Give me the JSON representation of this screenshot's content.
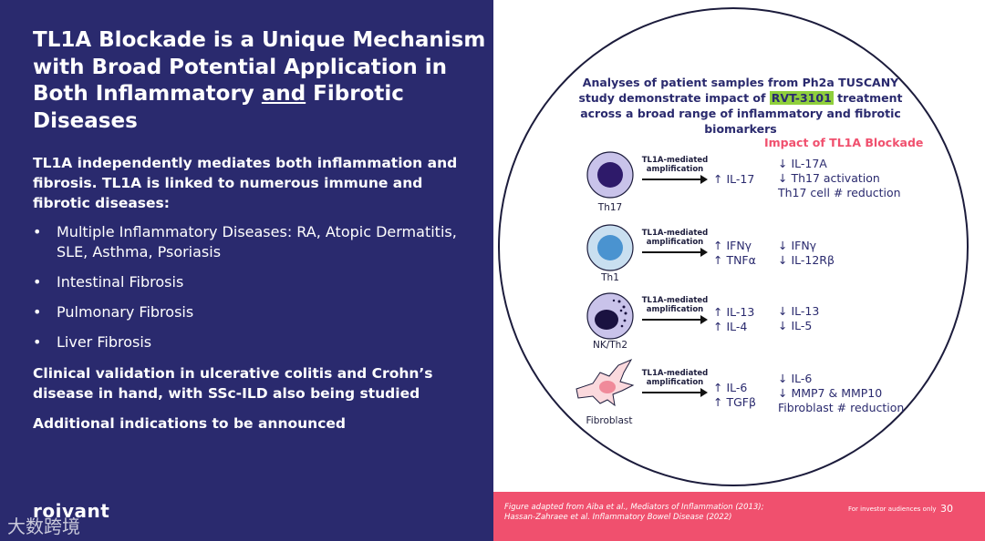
{
  "left": {
    "title_line1": "TL1A Blockade is a Unique Mechanism",
    "title_line2": "with Broad Potential Application in",
    "title_line3_pre": "Both Inflammatory ",
    "title_line3_and": "and",
    "title_line3_post": " Fibrotic",
    "title_line4": "Diseases",
    "intro": "TL1A independently mediates both inflammation and fibrosis. TL1A is linked to numerous immune and fibrotic diseases:",
    "bullets": [
      {
        "marker": "•",
        "text": "Multiple Inflammatory Diseases: RA, Atopic Dermatitis, SLE, Asthma, Psoriasis"
      },
      {
        "marker": "•",
        "text": "Intestinal Fibrosis"
      },
      {
        "marker": "•",
        "text": "Pulmonary Fibrosis"
      },
      {
        "marker": "•",
        "text": "Liver Fibrosis"
      }
    ],
    "clinical": "Clinical validation in ulcerative colitis and Crohn’s disease in hand, with SSc-ILD also being studied",
    "additional": "Additional indications to be announced",
    "logo": "roivant",
    "watermark": "大数跨境"
  },
  "right": {
    "heading_pre": "Analyses of patient samples from Ph2a TUSCANY study demonstrate impact of ",
    "heading_highlight": "RVT-3101",
    "heading_post": " treatment across a broad range of inflammatory and fibrotic biomarkers",
    "impact_header": "Impact of TL1A Blockade",
    "amp_label_1": "TL1A-mediated",
    "amp_label_2": "amplification",
    "rows": [
      {
        "cell": "Th17",
        "up": [
          "↑ IL-17"
        ],
        "impact": [
          "↓ IL-17A",
          "↓ Th17 activation",
          "Th17 cell # reduction"
        ]
      },
      {
        "cell": "Th1",
        "up": [
          "↑ IFNγ",
          "↑ TNFα"
        ],
        "impact": [
          "↓ IFNγ",
          "↓ IL-12Rβ"
        ]
      },
      {
        "cell": "NK/Th2",
        "up": [
          "↑ IL-13",
          "↑ IL-4"
        ],
        "impact": [
          "↓ IL-13",
          "↓ IL-5"
        ]
      },
      {
        "cell": "Fibroblast",
        "up": [
          "↑ IL-6",
          "↑ TGFβ"
        ],
        "impact": [
          "↓ IL-6",
          "↓ MMP7 & MMP10",
          "Fibroblast # reduction"
        ]
      }
    ]
  },
  "footer": {
    "citation_line1": "Figure adapted from Aiba et al., Mediators of Inflammation (2013);",
    "citation_line2": "Hassan-Zahraee et al. Inflammatory Bowel Disease (2022)",
    "investor": "For investor audiences only",
    "page": "30"
  },
  "colors": {
    "navy": "#2a2a6e",
    "coral": "#f0506e",
    "highlight": "#8fcf3c",
    "th17_cell": "#c9c3ea",
    "th1_cell": "#c9dff0",
    "nk_cell": "#c9c3ea",
    "fibroblast_cell": "#fbd9dd"
  }
}
